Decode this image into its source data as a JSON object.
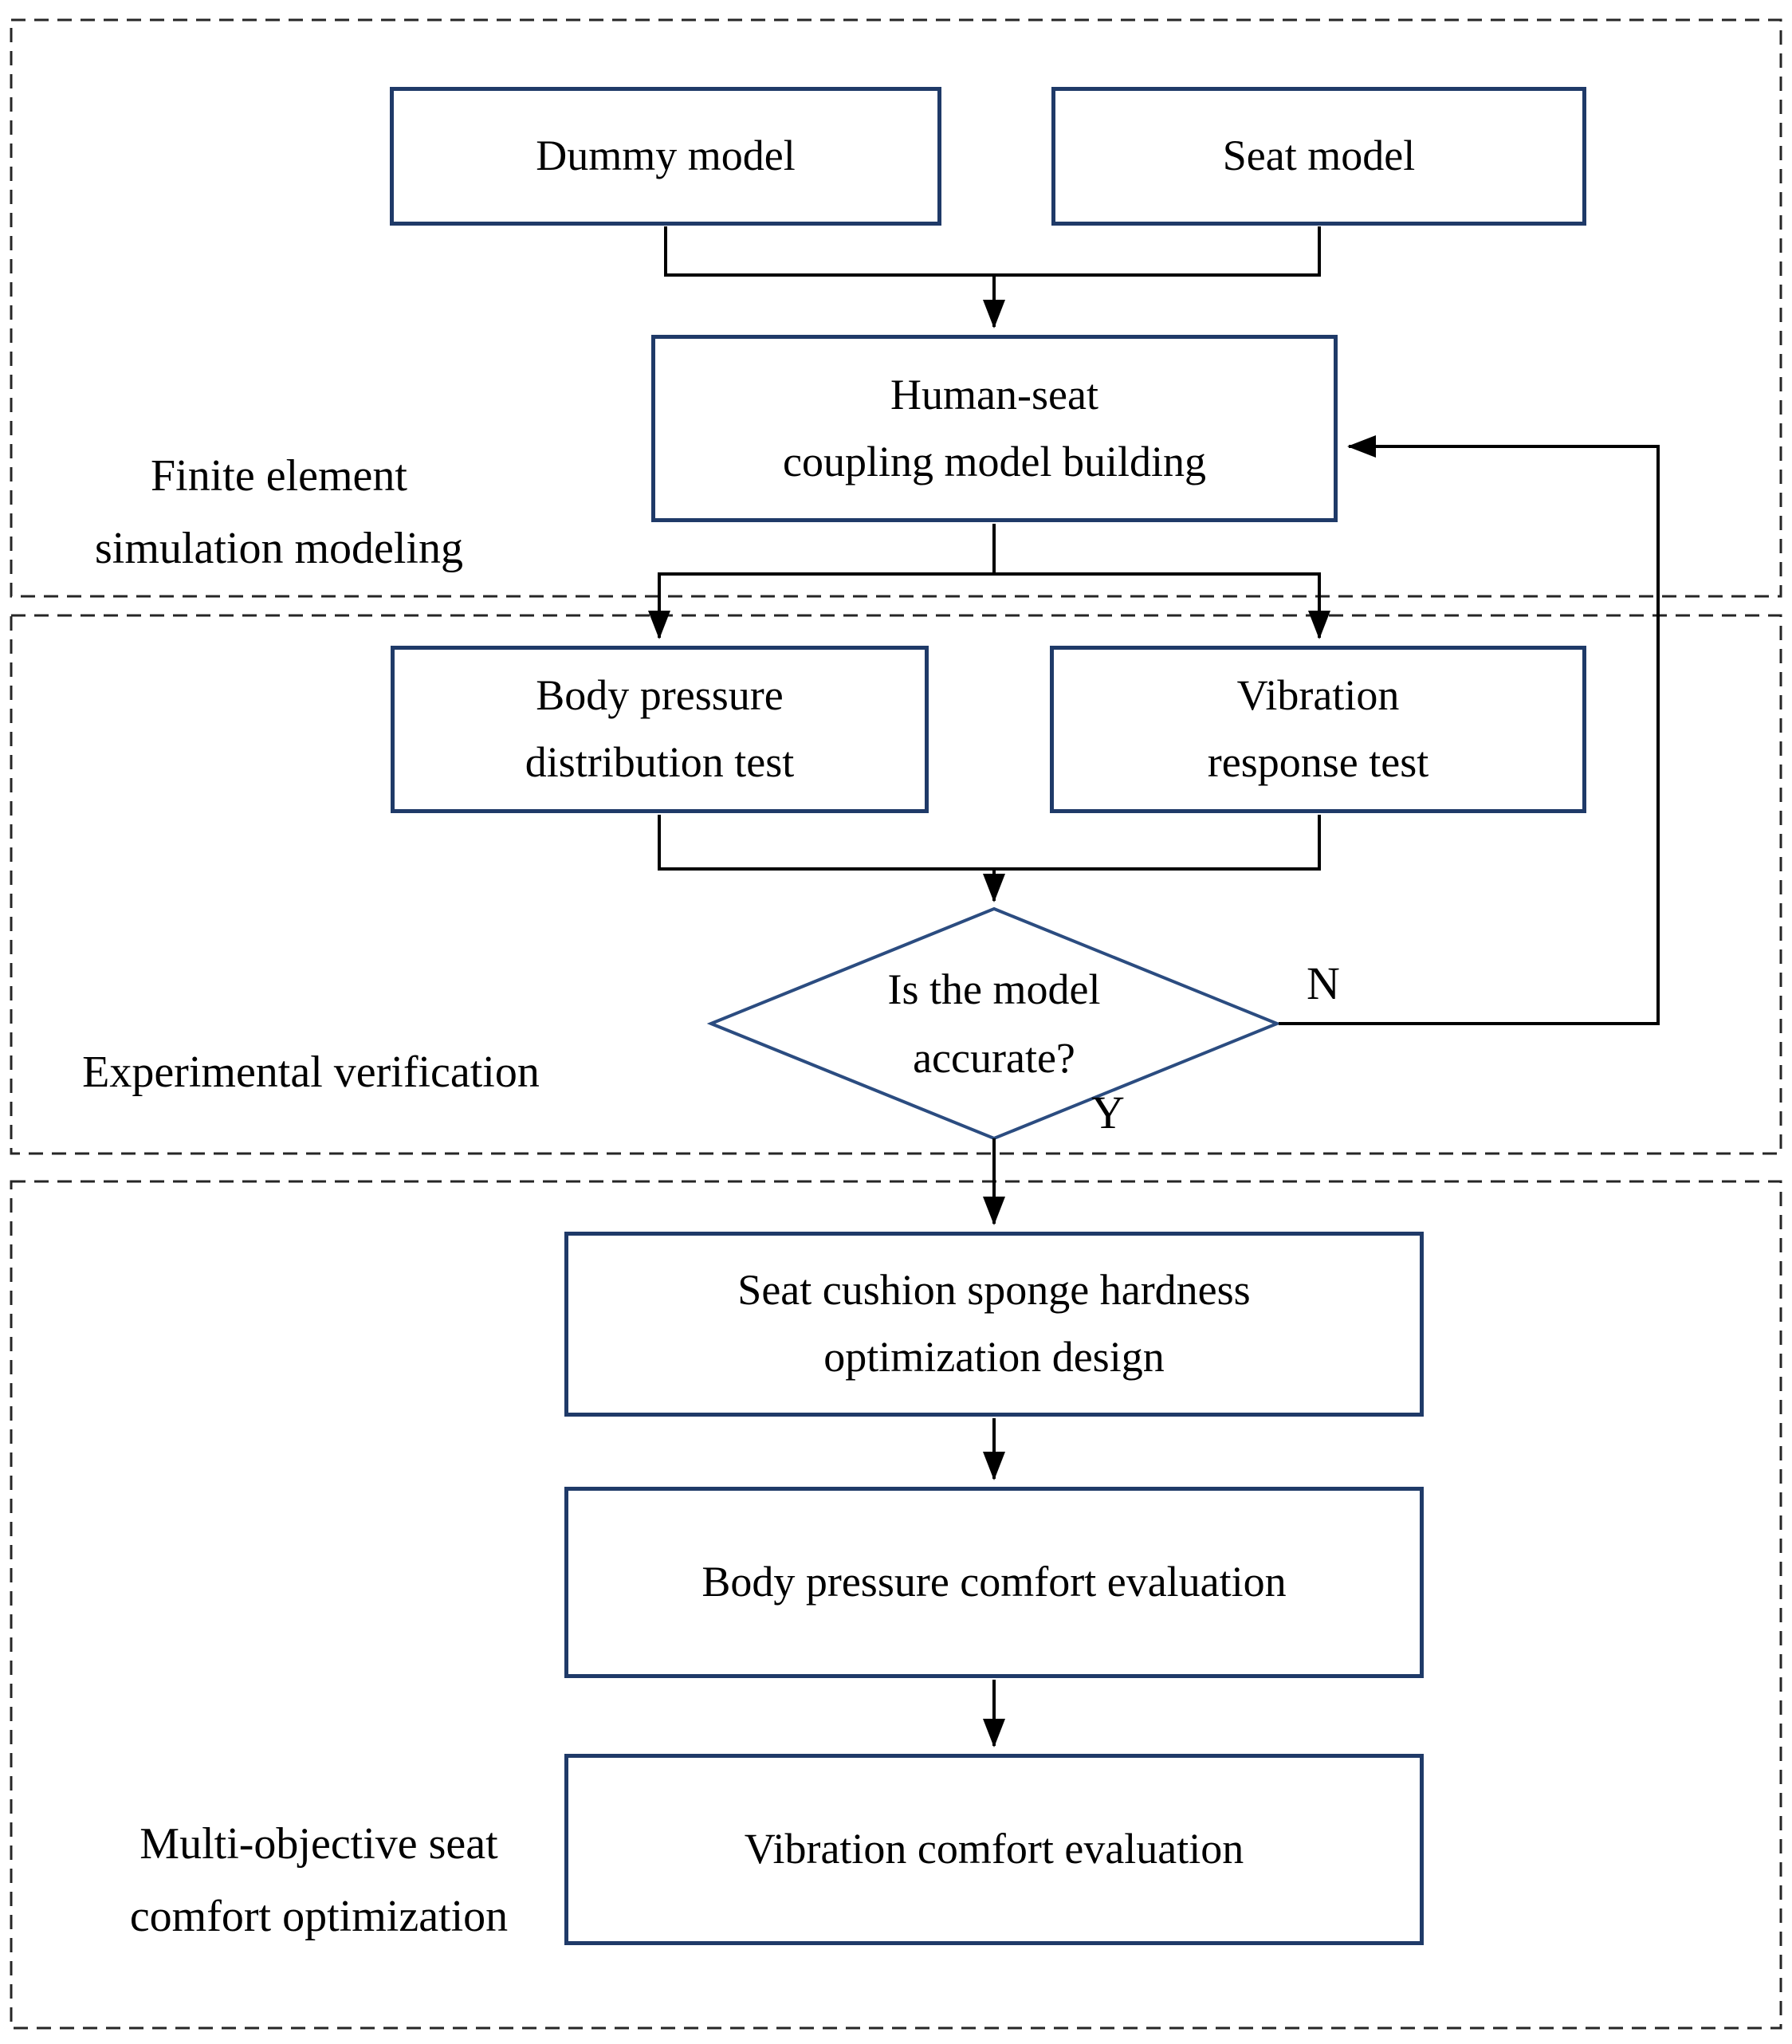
{
  "sections": {
    "finite_element": {
      "line1": "Finite element",
      "line2": "simulation modeling"
    },
    "experimental": {
      "line1": "Experimental verification"
    },
    "multi_objective": {
      "line1": "Multi-objective seat",
      "line2": "comfort optimization"
    }
  },
  "nodes": {
    "dummy_model": {
      "label": "Dummy model"
    },
    "seat_model": {
      "label": "Seat model"
    },
    "coupling": {
      "line1": "Human-seat",
      "line2": "coupling model building"
    },
    "pressure_test": {
      "line1": "Body pressure",
      "line2": "distribution test"
    },
    "vibration_test": {
      "line1": "Vibration",
      "line2": "response test"
    },
    "decision": {
      "line1": "Is the model",
      "line2": "accurate?"
    },
    "cushion_optimization": {
      "line1": "Seat cushion sponge hardness",
      "line2": "optimization design"
    },
    "pressure_evaluation": {
      "label": "Body pressure comfort evaluation"
    },
    "vibration_evaluation": {
      "label": "Vibration comfort evaluation"
    }
  },
  "branch_labels": {
    "no": "N",
    "yes": "Y"
  },
  "colors": {
    "box_border": "#1f3a68",
    "diamond_border": "#2b4c80",
    "connector": "#000000",
    "dashed_border": "#262626",
    "text": "#000000",
    "background": "#ffffff"
  }
}
